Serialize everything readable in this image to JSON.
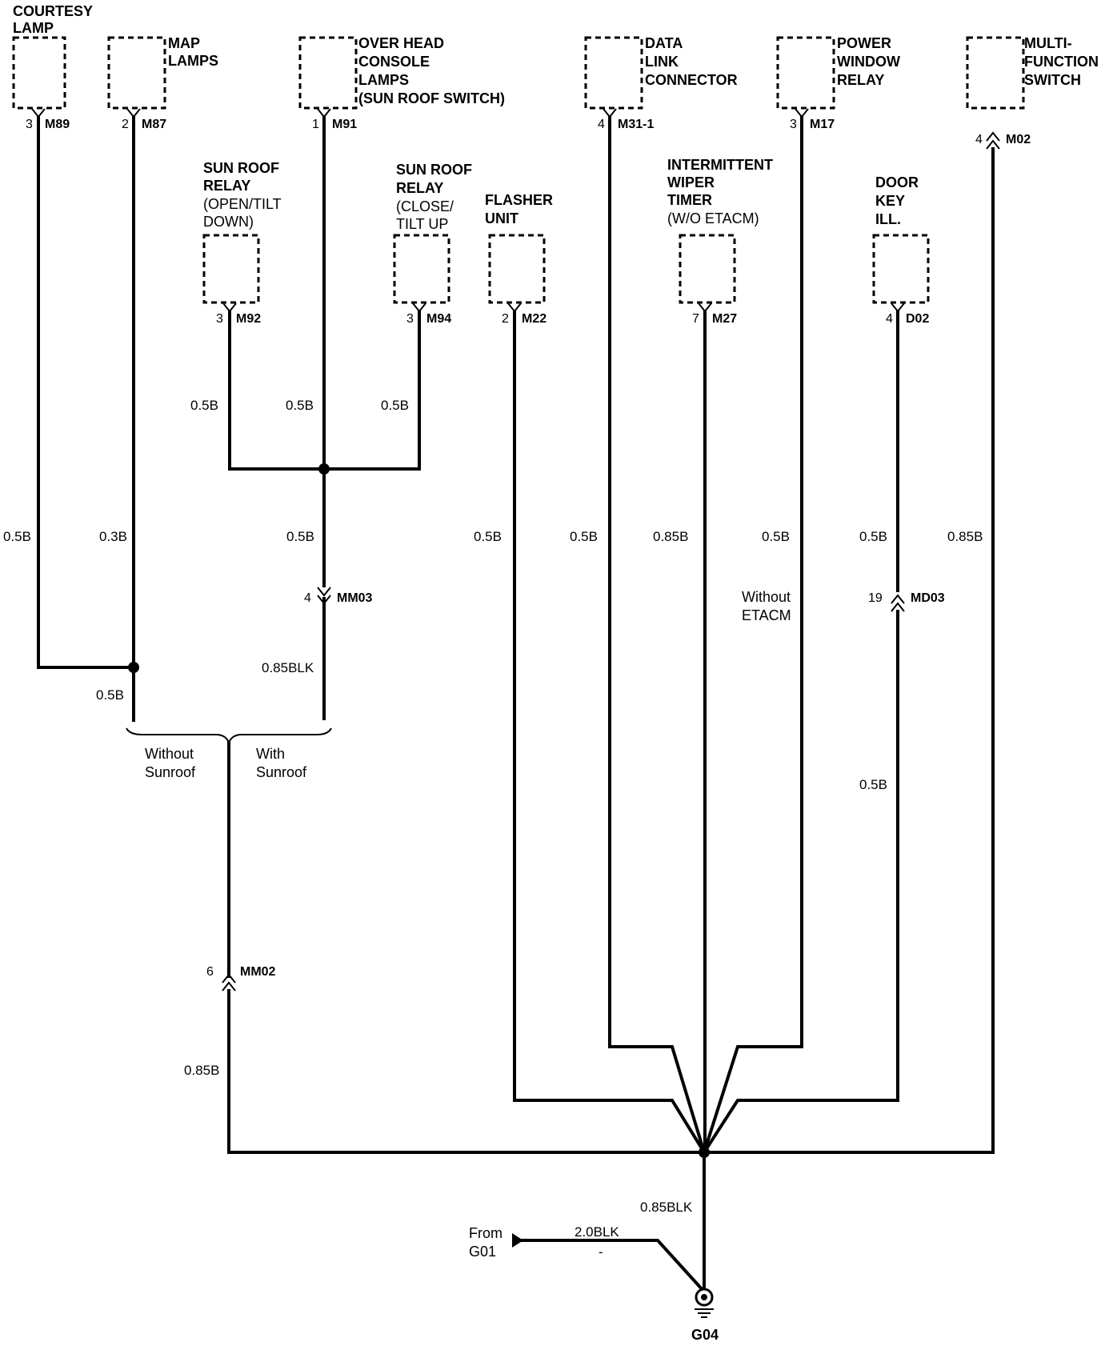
{
  "components": [
    {
      "id": "courtesy-lamp",
      "lines": [
        "COURTESY",
        "LAMP"
      ],
      "pin": "3",
      "connector": "M89"
    },
    {
      "id": "map-lamps",
      "lines": [
        "MAP",
        "LAMPS"
      ],
      "pin": "2",
      "connector": "M87"
    },
    {
      "id": "overhead-console-lamps",
      "lines": [
        "OVER HEAD",
        "CONSOLE",
        "LAMPS",
        "(SUN ROOF SWITCH)"
      ],
      "pin": "1",
      "connector": "M91"
    },
    {
      "id": "data-link-connector",
      "lines": [
        "DATA",
        "LINK",
        "CONNECTOR"
      ],
      "pin": "4",
      "connector": "M31-1"
    },
    {
      "id": "power-window-relay",
      "lines": [
        "POWER",
        "WINDOW",
        "RELAY"
      ],
      "pin": "3",
      "connector": "M17"
    },
    {
      "id": "multi-function-switch",
      "lines": [
        "MULTI-",
        "FUNCTION",
        "SWITCH"
      ],
      "pin": "4",
      "connector": "M02"
    },
    {
      "id": "sun-roof-relay-open",
      "lines": [
        "SUN ROOF",
        "RELAY",
        "(OPEN/TILT",
        "DOWN)"
      ],
      "pin": "3",
      "connector": "M92"
    },
    {
      "id": "sun-roof-relay-close",
      "lines": [
        "SUN ROOF",
        "RELAY",
        "(CLOSE/",
        "TILT UP"
      ],
      "pin": "3",
      "connector": "M94"
    },
    {
      "id": "flasher-unit",
      "lines": [
        "FLASHER",
        "UNIT"
      ],
      "pin": "2",
      "connector": "M22"
    },
    {
      "id": "intermittent-wiper-timer",
      "lines": [
        "INTERMITTENT",
        "WIPER",
        "TIMER",
        "(W/O ETACM)"
      ],
      "pin": "7",
      "connector": "M27"
    },
    {
      "id": "door-key-ill",
      "lines": [
        "DOOR",
        "KEY",
        "ILL."
      ],
      "pin": "4",
      "connector": "D02"
    }
  ],
  "wire_labels": {
    "m92": "0.5B",
    "m91_upper": "0.5B",
    "m94": "0.5B",
    "courtesy": "0.5B",
    "map": "0.3B",
    "m91_lower": "0.5B",
    "flasher": "0.5B",
    "dlc": "0.5B",
    "wiper": "0.85B",
    "pwr": "0.5B",
    "door_upper": "0.5B",
    "mfs": "0.85B",
    "mm03_lower": "0.85BLK",
    "join_map": "0.5B",
    "door_lower": "0.5B",
    "mm02_lower": "0.85B",
    "ground_main": "0.85BLK",
    "from_g01": "2.0BLK",
    "tick": "-"
  },
  "inline_connectors": [
    {
      "id": "mm03",
      "pin": "4",
      "connector": "MM03"
    },
    {
      "id": "md03",
      "pin": "19",
      "connector": "MD03"
    },
    {
      "id": "mm02",
      "pin": "6",
      "connector": "MM02"
    }
  ],
  "notes": {
    "without_sunroof": [
      "Without",
      "Sunroof"
    ],
    "with_sunroof": [
      "With",
      "Sunroof"
    ],
    "without_etacm": [
      "Without",
      "ETACM"
    ]
  },
  "source": {
    "lines": [
      "From",
      "G01"
    ]
  },
  "ground": {
    "label": "G04"
  }
}
